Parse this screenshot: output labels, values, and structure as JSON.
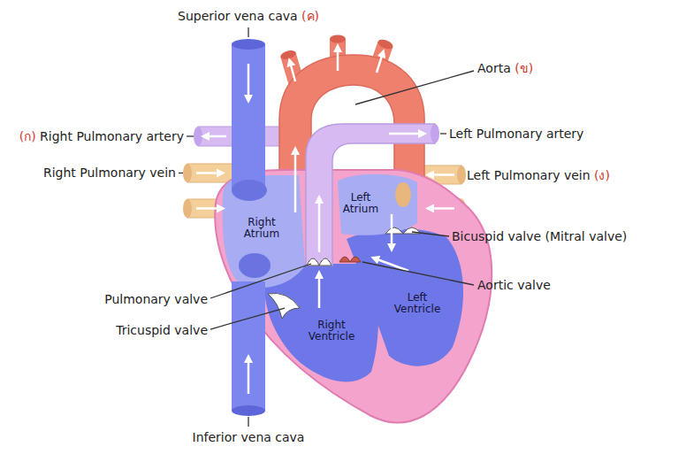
{
  "diagram": {
    "labels": [
      "Superior vena cava (ค)",
      "Aorta (ข)",
      "(ก) Right Pulmonary artery",
      "Left Pulmonary artery",
      "Right Pulmonary vein",
      "Left Pulmonary vein (ง)",
      "Left Atrium",
      "Right Atrium",
      "Bicuspid valve (Mitral valve)",
      "Aortic valve",
      "Pulmonary valve",
      "Left Ventricle",
      "Tricuspid valve",
      "Right Ventricle",
      "Inferior vena cava"
    ]
  }
}
